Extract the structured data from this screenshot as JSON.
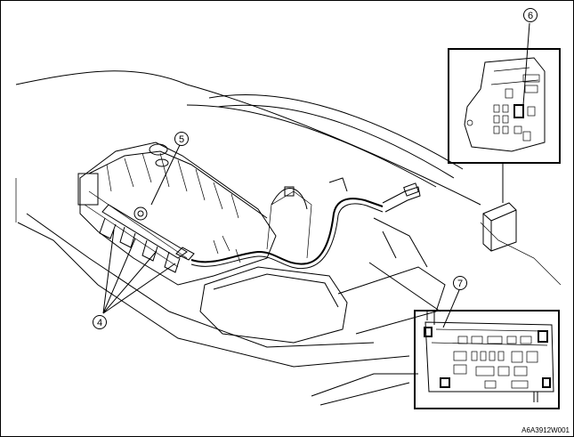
{
  "callouts": [
    {
      "id": "c5",
      "label": "5"
    },
    {
      "id": "c4",
      "label": "4"
    },
    {
      "id": "c6",
      "label": "6"
    },
    {
      "id": "c7",
      "label": "7"
    }
  ],
  "figure_code": "A6A3912W001"
}
